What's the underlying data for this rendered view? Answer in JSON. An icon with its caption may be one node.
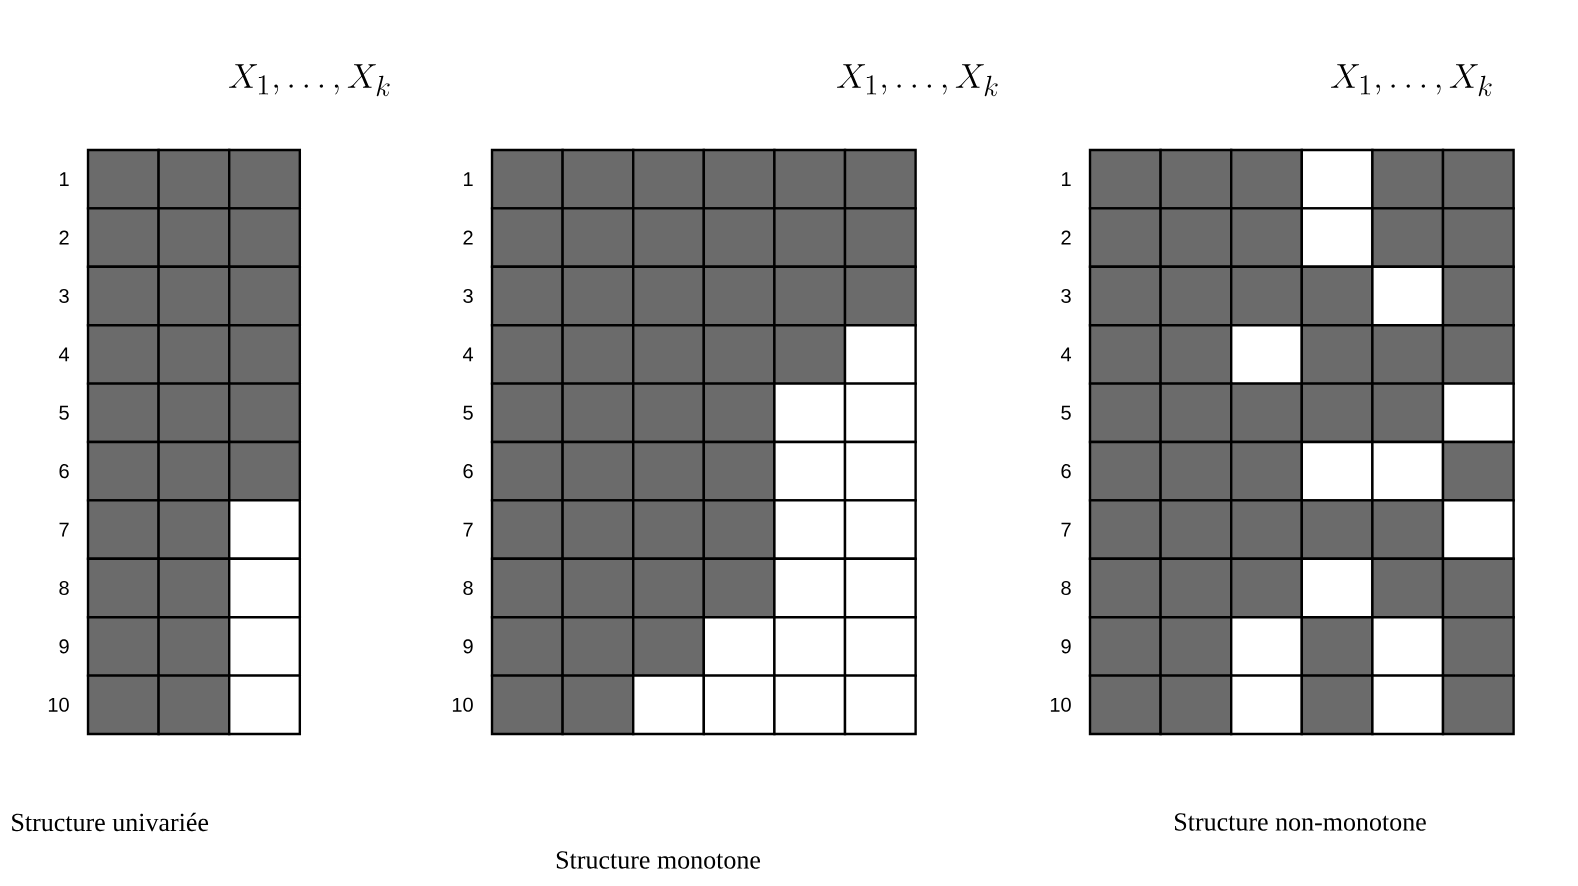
{
  "diagram": {
    "labels": [
      "X_{1},\\ldots,X_{k}",
      "X_{1},\\ldots,X_{k}",
      "X_{1},\\ldots,X_{k}",
      "1",
      "2",
      "3",
      "4",
      "5",
      "6",
      "7",
      "8",
      "9",
      "10",
      "1",
      "2",
      "3",
      "4",
      "5",
      "6",
      "7",
      "8",
      "9",
      "10",
      "1",
      "2",
      "3",
      "4",
      "5",
      "6",
      "7",
      "8",
      "9",
      "10",
      "Structure univariée",
      "Structure monotone",
      "Structure non-monotone"
    ]
  }
}
